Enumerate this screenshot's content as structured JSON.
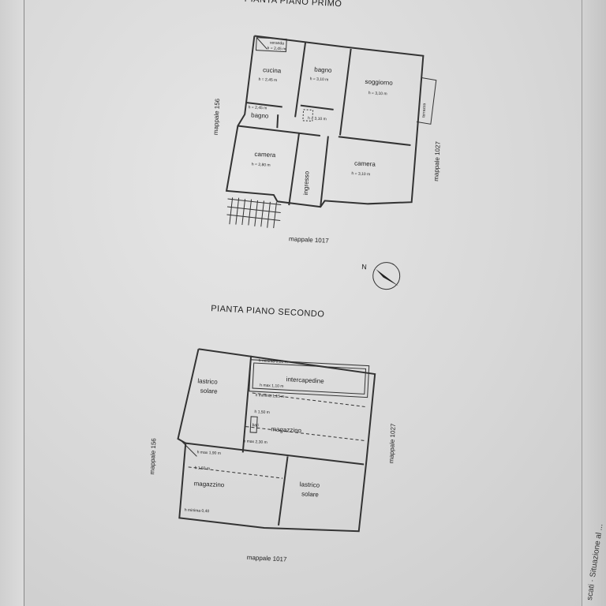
{
  "plan1": {
    "title": "PIANTA  PIANO PRIMO",
    "rooms": {
      "veranda": "veranda",
      "veranda_h": "h = 2,45 m",
      "cucina": "cucina",
      "cucina_h": "h = 2,45 m",
      "bagno1": "bagno",
      "bagno1_h": "h = 3,10 m",
      "soggiorno": "soggiorno",
      "soggiorno_h": "h = 3,10 m",
      "bagno2_h": "h = 2,45 m",
      "bagno2": "bagno",
      "corridor_h": "h = 3,10 m",
      "terrazza": "terrazza",
      "camera1": "camera",
      "camera1_h": "h = 2,80 m",
      "ingresso": "ingresso",
      "camera2": "camera",
      "camera2_h": "h = 3,10 m"
    },
    "left": "mappale 156",
    "right": "mappale 1027",
    "bottom": "mappale 1017",
    "north": "N"
  },
  "plan2": {
    "title": "PIANTA  PIANO SECONDO",
    "rooms": {
      "lastrico1a": "lastrico",
      "lastrico1b": "solare",
      "hmin1": "h minima 0,20 m",
      "intercapedine": "intercapedine",
      "hmax1": "h max 1,10 m",
      "hmin2": "h minima 1,15 m",
      "h150a": "h 1,50 m",
      "magazzino1": "magazzino",
      "hmax2": "h max 2,30 m",
      "hmax3": "h max 1,90 m",
      "h150b": "h 1,50 m",
      "magazzino2": "magazzino",
      "hmin3": "h minima 0,40",
      "lastrico2a": "lastrico",
      "lastrico2b": "solare",
      "tag": "bati"
    },
    "left": "mappale 156",
    "right": "mappale 1027",
    "bottom": "mappale 1017"
  },
  "side_text": "scati · Situazione al ..."
}
